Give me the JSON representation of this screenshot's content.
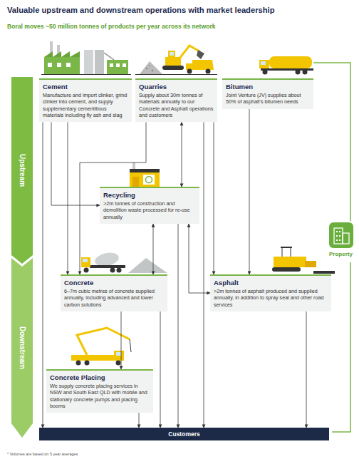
{
  "diagram": {
    "title": "Valuable upstream and downstream operations with market leadership",
    "caption": "* Volumes are based on 5 year averages",
    "nodes": [
      {
        "text": [
          "Upstream"
        ]
      },
      {
        "text": [
          "Downstream"
        ]
      },
      {
        "text": [
          "Cement",
          "Manufacture and import clinker, grind clinker into cement, and supply supplementary cementitious materials including fly ash and slag"
        ]
      },
      {
        "text": [
          "Quarries",
          "Supply about 30m tonnes of materials annually to our Concrete and Asphalt operations and customers"
        ]
      },
      {
        "text": [
          "Bitumen",
          "Joint Venture (JV) supplies about 50% of asphalt's bitumen needs"
        ]
      },
      {
        "text": [
          "Recycling",
          ">2m tonnes of construction and demolition waste processed for re-use annually"
        ]
      },
      {
        "text": [
          "Concrete",
          "6–7m cubic metres of concrete supplied annually, including advanced and lower carbon solutions"
        ]
      },
      {
        "text": [
          "Asphalt",
          ">2m tonnes of asphalt produced and supplied annually, in addition to spray seal and other road services"
        ]
      },
      {
        "text": [
          "Concrete Placing",
          "We supply concrete placing services in NSW and South East QLD with mobile and stationary concrete pumps and placing booms"
        ]
      },
      {
        "text": [
          "Customers"
        ]
      }
    ],
    "edges": [
      {
        "from": 2,
        "to": 9,
        "arrow": "to"
      },
      {
        "from": 2,
        "to": 5,
        "arrow": "to"
      },
      {
        "from": 2,
        "to": 6,
        "arrow": "to"
      },
      {
        "from": 3,
        "to": 6,
        "arrow": "to"
      },
      {
        "from": 3,
        "to": 5,
        "arrow": "both"
      },
      {
        "from": 3,
        "to": 7,
        "arrow": "to"
      },
      {
        "from": 3,
        "to": 9,
        "arrow": "to"
      },
      {
        "from": 4,
        "to": 7,
        "arrow": "to"
      },
      {
        "from": 5,
        "to": 6,
        "arrow": "both"
      },
      {
        "from": 5,
        "to": 7,
        "arrow": "both"
      },
      {
        "from": 5,
        "to": 9,
        "arrow": "to"
      },
      {
        "from": 6,
        "to": 8,
        "arrow": "to"
      },
      {
        "from": 6,
        "to": 9,
        "arrow": "to"
      },
      {
        "from": 8,
        "to": 9,
        "arrow": "to"
      },
      {
        "from": 7,
        "to": 9,
        "arrow": "to"
      }
    ],
    "labels": [
      "Boral moves ~50 million tonnes of products per year across its network",
      "Property"
    ]
  }
}
